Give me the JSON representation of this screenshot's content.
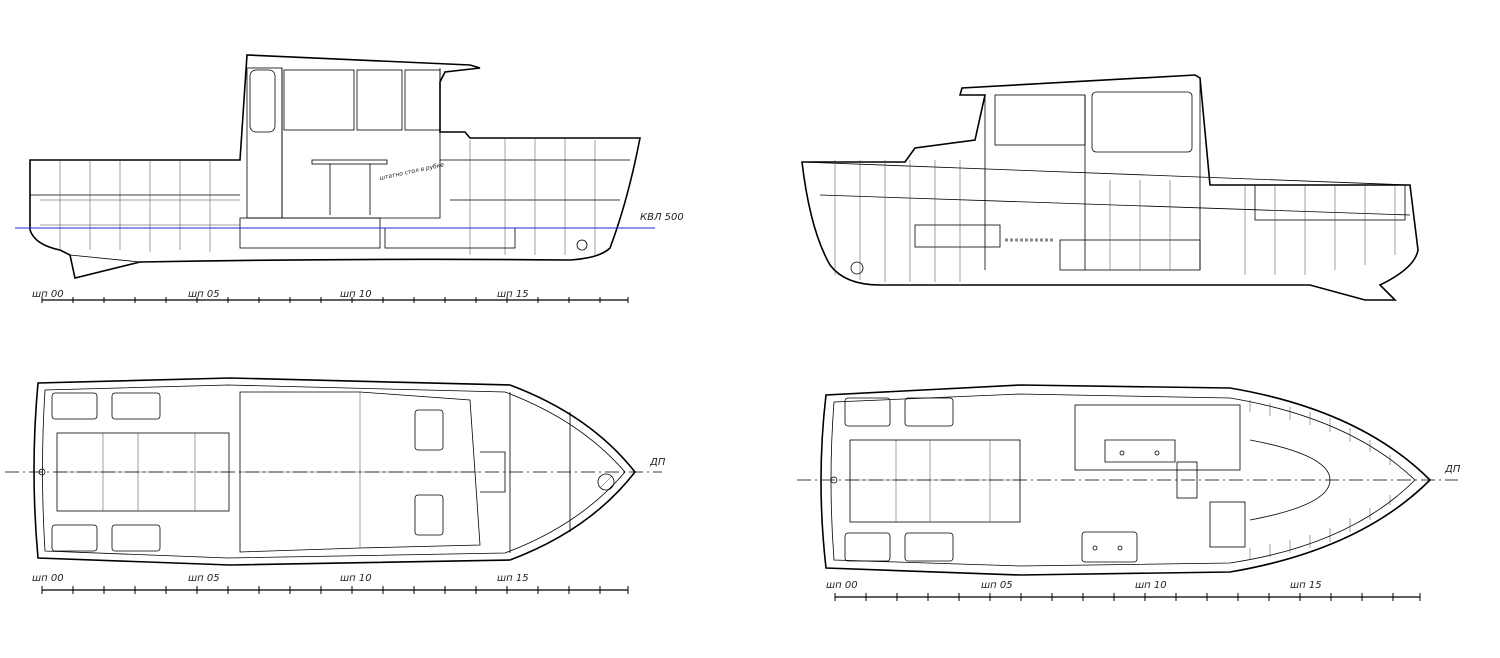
{
  "views": {
    "profile_left": {
      "waterline_label": "КВЛ 500",
      "note": "штатно стол в рубке",
      "frame_labels": [
        "шп 00",
        "шп 05",
        "шп 10",
        "шп 15"
      ]
    },
    "plan_left": {
      "centerline_label": "ДП",
      "frame_labels": [
        "шп 00",
        "шп 05",
        "шп 10",
        "шп 15"
      ]
    },
    "plan_right": {
      "centerline_label": "ДП",
      "frame_labels": [
        "шп 00",
        "шп 05",
        "шп 10",
        "шп 15"
      ]
    }
  },
  "colors": {
    "line": "#000000",
    "waterline": "#1a2bd6",
    "background": "#ffffff"
  }
}
